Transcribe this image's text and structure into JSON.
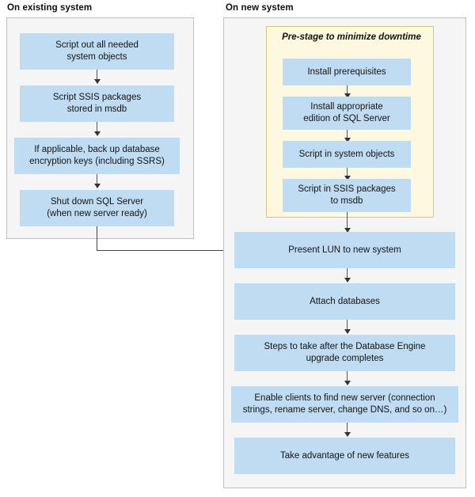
{
  "diagram": {
    "title": "SQL Server migration to new hardware flowchart",
    "colors": {
      "node_fill": "#bfdcf2",
      "panel_fill": "#f5f5f5",
      "panel_border": "#c0c0c0",
      "prestage_fill": "#fdf8e0",
      "prestage_border": "#d4c48a",
      "connector": "#444444",
      "text": "#141414"
    }
  },
  "panels": {
    "existing": {
      "heading": "On existing system",
      "steps": [
        {
          "id": "script-out-system-objects",
          "line1": "Script out all needed",
          "line2": "system objects"
        },
        {
          "id": "script-ssis-packages",
          "line1": "Script SSIS packages",
          "line2": "stored in msdb"
        },
        {
          "id": "back-up-encryption-keys",
          "line1": "If applicable, back up database",
          "line2": "encryption keys (including SSRS)"
        },
        {
          "id": "shut-down-sql-server",
          "line1": "Shut down SQL Server",
          "line2": "(when new server ready)"
        }
      ]
    },
    "new": {
      "heading": "On new system",
      "prestage": {
        "title": "Pre-stage to minimize downtime",
        "steps": [
          {
            "id": "install-prerequisites",
            "line1": "Install prerequisites",
            "line2": ""
          },
          {
            "id": "install-sql-server-edition",
            "line1": "Install appropriate",
            "line2": "edition of SQL Server"
          },
          {
            "id": "script-in-system-objects",
            "line1": "Script in system objects",
            "line2": ""
          },
          {
            "id": "script-in-ssis-packages",
            "line1": "Script in SSIS packages",
            "line2": "to msdb"
          }
        ]
      },
      "steps": [
        {
          "id": "present-lun",
          "line1": "Present LUN to new system",
          "line2": ""
        },
        {
          "id": "attach-databases",
          "line1": "Attach databases",
          "line2": ""
        },
        {
          "id": "post-upgrade-steps",
          "line1": "Steps to take after the Database Engine",
          "line2": "upgrade completes"
        },
        {
          "id": "enable-clients",
          "line1": "Enable clients to find new server (connection",
          "line2": "strings, rename server, change DNS, and so on…)"
        },
        {
          "id": "take-advantage-features",
          "line1": "Take advantage of new features",
          "line2": ""
        }
      ]
    }
  }
}
